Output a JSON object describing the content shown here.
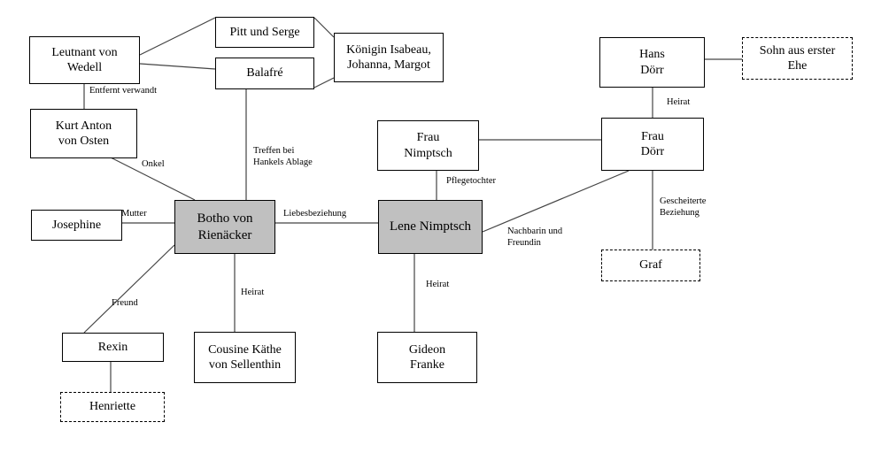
{
  "nodes": {
    "leutnant": "Leutnant von\nWedell",
    "pitt": "Pitt und Serge",
    "balafre": "Balafré",
    "koenigin": "Königin Isabeau,\nJohanna, Margot",
    "kurt": "Kurt Anton\nvon Osten",
    "josephine": "Josephine",
    "botho": "Botho von\nRienäcker",
    "rexin": "Rexin",
    "henriette": "Henriette",
    "kaethe": "Cousine Käthe\nvon Sellenthin",
    "frau_nimptsch": "Frau\nNimptsch",
    "lene": "Lene Nimptsch",
    "gideon": "Gideon\nFranke",
    "hans": "Hans\nDörr",
    "sohn": "Sohn aus erster\nEhe",
    "frau_doerr": "Frau\nDörr",
    "graf": "Graf"
  },
  "edge_labels": {
    "entfernt": "Entfernt verwandt",
    "onkel": "Onkel",
    "treffen": "Treffen bei\nHankels Ablage",
    "mutter": "Mutter",
    "liebes": "Liebesbeziehung",
    "freund": "Freund",
    "heirat_kaethe": "Heirat",
    "pflege": "Pflegetochter",
    "heirat_gideon": "Heirat",
    "heirat_doerr": "Heirat",
    "gescheitert": "Gescheiterte\nBeziehung",
    "nachbarin": "Nachbarin und\nFreundin"
  }
}
